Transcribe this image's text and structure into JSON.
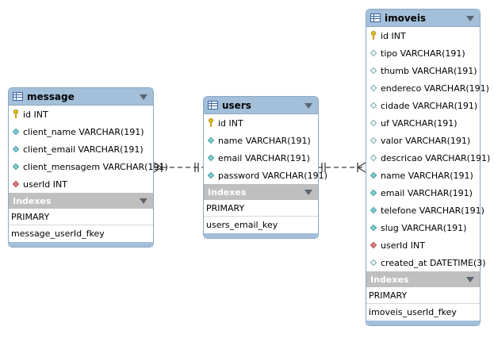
{
  "indexes_label": "Indexes",
  "entities": {
    "message": {
      "title": "message",
      "columns": [
        {
          "text": "id INT",
          "icon": "key"
        },
        {
          "text": "client_name VARCHAR(191)",
          "icon": "filled"
        },
        {
          "text": "client_email VARCHAR(191)",
          "icon": "filled"
        },
        {
          "text": "client_mensagem VARCHAR(191)",
          "icon": "filled"
        },
        {
          "text": "userId INT",
          "icon": "fk"
        }
      ],
      "indexes": [
        "PRIMARY",
        "message_userId_fkey"
      ]
    },
    "users": {
      "title": "users",
      "columns": [
        {
          "text": "id INT",
          "icon": "key"
        },
        {
          "text": "name VARCHAR(191)",
          "icon": "filled"
        },
        {
          "text": "email VARCHAR(191)",
          "icon": "filled"
        },
        {
          "text": "password VARCHAR(191)",
          "icon": "filled"
        }
      ],
      "indexes": [
        "PRIMARY",
        "users_email_key"
      ]
    },
    "imoveis": {
      "title": "imoveis",
      "columns": [
        {
          "text": "id INT",
          "icon": "key"
        },
        {
          "text": "tipo VARCHAR(191)",
          "icon": "plain"
        },
        {
          "text": "thumb VARCHAR(191)",
          "icon": "plain"
        },
        {
          "text": "endereco VARCHAR(191)",
          "icon": "plain"
        },
        {
          "text": "cidade VARCHAR(191)",
          "icon": "plain"
        },
        {
          "text": "uf VARCHAR(191)",
          "icon": "plain"
        },
        {
          "text": "valor VARCHAR(191)",
          "icon": "plain"
        },
        {
          "text": "descricao VARCHAR(191)",
          "icon": "plain"
        },
        {
          "text": "name VARCHAR(191)",
          "icon": "filled"
        },
        {
          "text": "email VARCHAR(191)",
          "icon": "filled"
        },
        {
          "text": "telefone VARCHAR(191)",
          "icon": "filled"
        },
        {
          "text": "slug VARCHAR(191)",
          "icon": "filled"
        },
        {
          "text": "userId INT",
          "icon": "fk"
        },
        {
          "text": "created_at DATETIME(3)",
          "icon": "plain"
        }
      ],
      "indexes": [
        "PRIMARY",
        "imoveis_userId_fkey"
      ]
    }
  },
  "relationships": [
    {
      "from": "message",
      "to": "users",
      "from_cardinality": "many",
      "to_cardinality": "one"
    },
    {
      "from": "users",
      "to": "imoveis",
      "from_cardinality": "one",
      "to_cardinality": "many"
    }
  ],
  "colors": {
    "header": "#a3bfd9",
    "border": "#8da9c4",
    "indexes_header": "#bfbfbf",
    "key": "#e8c21a",
    "column_diamond": "#7fcfd2",
    "fk_diamond": "#e07c7c",
    "relationship_line": "#3a3a3a"
  }
}
